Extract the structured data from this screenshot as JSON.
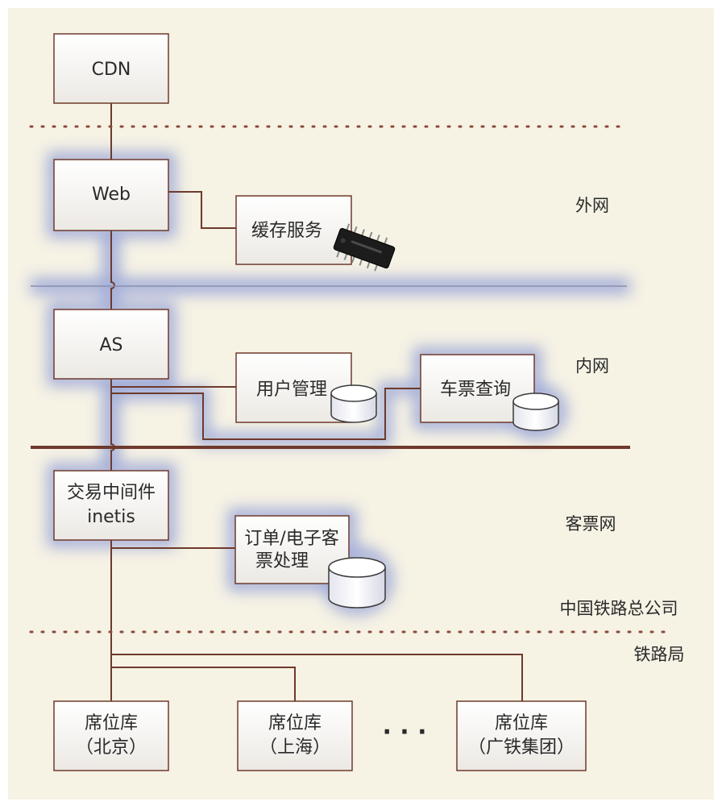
{
  "colors": {
    "background": "#f6f2e4",
    "line": "#6e3a2c",
    "dotted": "#8a4a3c",
    "glow": "#9aa6d8",
    "box_fill_top": "#ffffff",
    "box_fill_bottom": "#ece9e4"
  },
  "nodes": {
    "cdn": "CDN",
    "web": "Web",
    "cache": "缓存服务",
    "as": "AS",
    "user_mgmt": "用户管理",
    "ticket_query": "车票查询",
    "middleware_line1": "交易中间件",
    "middleware_line2": "inetis",
    "order_line1": "订单/电子客",
    "order_line2": "票处理",
    "seat_beijing_line1": "席位库",
    "seat_beijing_line2": "（北京）",
    "seat_shanghai_line1": "席位库",
    "seat_shanghai_line2": "（上海）",
    "seat_guangtie_line1": "席位库",
    "seat_guangtie_line2": "（广铁集团）",
    "ellipsis": "· · ·"
  },
  "zones": {
    "external": "外网",
    "internal": "内网",
    "ticket_net": "客票网",
    "hq": "中国铁路总公司",
    "bureau": "铁路局"
  },
  "icons": {
    "chip": "memory-chip-icon",
    "database": "database-cylinder-icon"
  }
}
